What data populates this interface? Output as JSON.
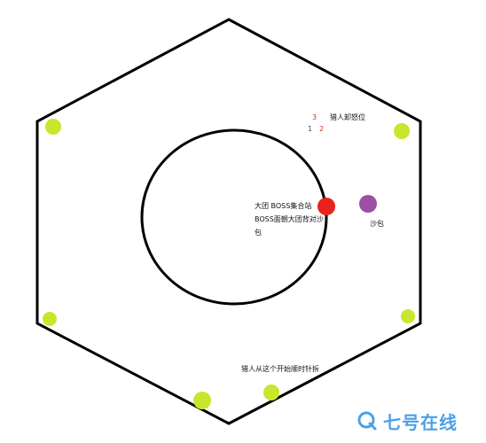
{
  "labels": {
    "boss_gather": "大团 BOSS集合站",
    "boss_tank_line1": "BOSS面朝大团背对沙",
    "boss_tank_line2": "包",
    "sandbag": "沙包",
    "hunter_position": "猎人卸怒位",
    "hunter_path": "猎人从这个开始顺时针拆",
    "num_1": "1",
    "num_2": "2",
    "num_3": "3"
  },
  "colors": {
    "outline": "#000000",
    "pillar": "#c8e62c",
    "boss_marker": "#e8231e",
    "sandbag_marker": "#9b4fa5",
    "num_red": "#c0392b",
    "num_blue": "#2c4a8c",
    "watermark": "#4da0e6"
  },
  "watermark": {
    "text": "七号在线",
    "icon": "q-logo-icon"
  }
}
